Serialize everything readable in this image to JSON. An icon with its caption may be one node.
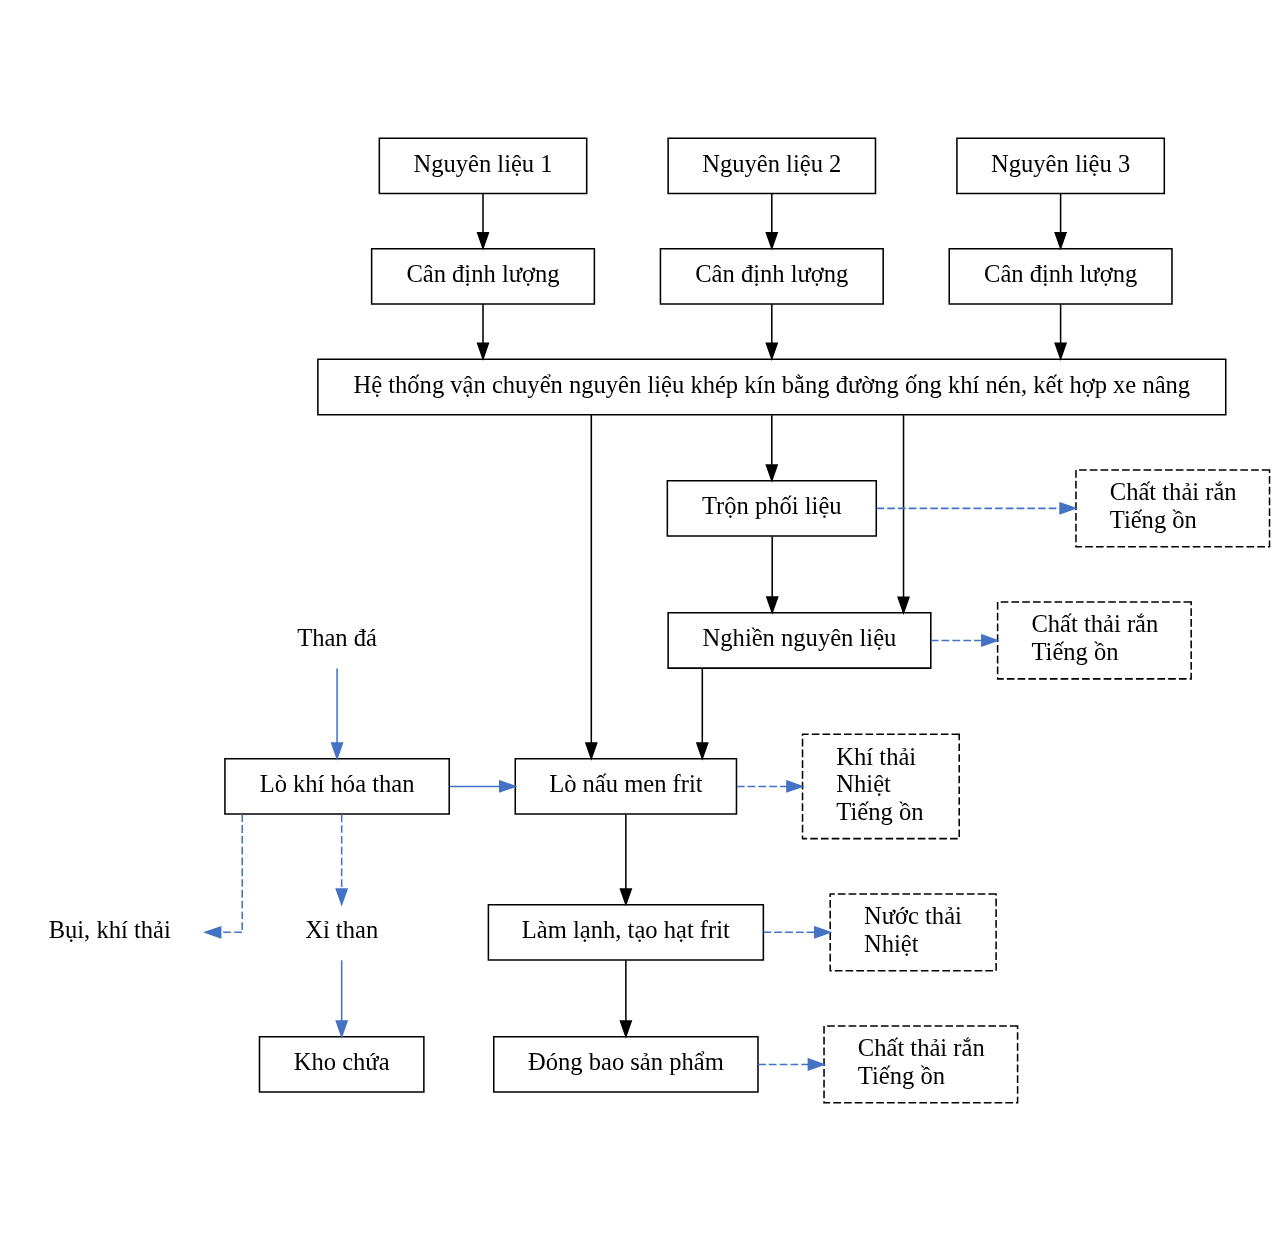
{
  "diagram": {
    "nodes": [
      {
        "text": [
          "Nguyên liệu 1"
        ]
      },
      {
        "text": [
          "Nguyên liệu 2"
        ]
      },
      {
        "text": [
          "Nguyên liệu 3"
        ]
      },
      {
        "text": [
          "Cân định lượng"
        ]
      },
      {
        "text": [
          "Cân định lượng"
        ]
      },
      {
        "text": [
          "Cân định lượng"
        ]
      },
      {
        "text": [
          "Hệ thống vận chuyển nguyên liệu khép kín bằng đường ống khí nén, kết hợp xe nâng"
        ]
      },
      {
        "text": [
          "Trộn phối liệu"
        ]
      },
      {
        "text": [
          "Chất thải rắn",
          "Tiếng ồn"
        ]
      },
      {
        "text": [
          "Nghiền nguyên liệu"
        ]
      },
      {
        "text": [
          "Chất thải rắn",
          "Tiếng ồn"
        ]
      },
      {
        "text": [
          "Than đá"
        ]
      },
      {
        "text": [
          "Lò khí hóa than"
        ]
      },
      {
        "text": [
          "Lò nấu men frit"
        ]
      },
      {
        "text": [
          "Khí thải",
          "Nhiệt",
          "Tiếng ồn"
        ]
      },
      {
        "text": [
          "Bụi, khí thải"
        ]
      },
      {
        "text": [
          "Xỉ than"
        ]
      },
      {
        "text": [
          "Làm lạnh, tạo hạt frit"
        ]
      },
      {
        "text": [
          "Nước thải",
          "Nhiệt"
        ]
      },
      {
        "text": [
          "Kho chứa"
        ]
      },
      {
        "text": [
          "Đóng bao sản phẩm"
        ]
      },
      {
        "text": [
          "Chất thải rắn",
          "Tiếng ồn"
        ]
      }
    ],
    "edges": [
      {
        "from": 0,
        "to": 3,
        "arrow": "to"
      },
      {
        "from": 1,
        "to": 4,
        "arrow": "to"
      },
      {
        "from": 2,
        "to": 5,
        "arrow": "to"
      },
      {
        "from": 3,
        "to": 6,
        "arrow": "to"
      },
      {
        "from": 4,
        "to": 6,
        "arrow": "to"
      },
      {
        "from": 5,
        "to": 6,
        "arrow": "to"
      },
      {
        "from": 6,
        "to": 7,
        "arrow": "to"
      },
      {
        "from": 6,
        "to": 9,
        "arrow": "to"
      },
      {
        "from": 6,
        "to": 13,
        "arrow": "to"
      },
      {
        "from": 7,
        "to": 8,
        "arrow": "to",
        "style": "dashed",
        "color": "#4472c4"
      },
      {
        "from": 7,
        "to": 9,
        "arrow": "to"
      },
      {
        "from": 9,
        "to": 10,
        "arrow": "to",
        "style": "dashed",
        "color": "#4472c4"
      },
      {
        "from": 9,
        "to": 13,
        "arrow": "to"
      },
      {
        "from": 11,
        "to": 12,
        "arrow": "to",
        "color": "#4472c4"
      },
      {
        "from": 12,
        "to": 13,
        "arrow": "to",
        "color": "#4472c4"
      },
      {
        "from": 13,
        "to": 14,
        "arrow": "to",
        "style": "dashed",
        "color": "#4472c4"
      },
      {
        "from": 12,
        "to": 15,
        "arrow": "to",
        "style": "dashed",
        "color": "#4472c4"
      },
      {
        "from": 12,
        "to": 16,
        "arrow": "to",
        "style": "dashed",
        "color": "#4472c4"
      },
      {
        "from": 16,
        "to": 19,
        "arrow": "to",
        "color": "#4472c4"
      },
      {
        "from": 13,
        "to": 17,
        "arrow": "to"
      },
      {
        "from": 17,
        "to": 18,
        "arrow": "to",
        "style": "dashed",
        "color": "#4472c4"
      },
      {
        "from": 17,
        "to": 20,
        "arrow": "to"
      },
      {
        "from": 20,
        "to": 21,
        "arrow": "to",
        "style": "dashed",
        "color": "#4472c4"
      }
    ]
  }
}
